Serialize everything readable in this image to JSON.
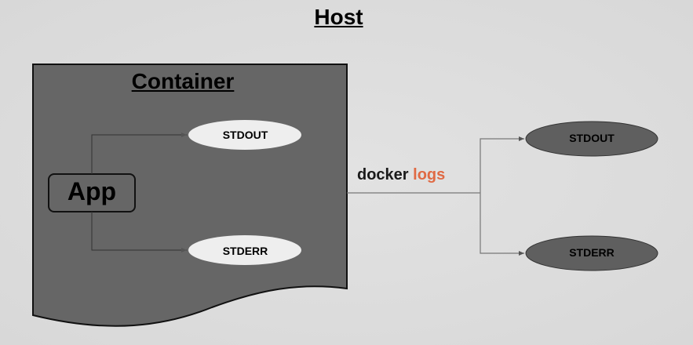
{
  "host": {
    "title": "Host"
  },
  "container": {
    "title": "Container"
  },
  "app": {
    "label": "App"
  },
  "inner_streams": {
    "stdout": "STDOUT",
    "stderr": "STDERR"
  },
  "command": {
    "prefix": "docker",
    "keyword": "logs"
  },
  "outer_streams": {
    "stdout": "STDOUT",
    "stderr": "STDERR"
  },
  "colors": {
    "background": "#dcdcdc",
    "container_fill": "#666666",
    "outer_ellipse_fill": "#5f5f5f",
    "inner_ellipse_fill": "#eeeeee",
    "logs_accent": "#e06a44"
  }
}
